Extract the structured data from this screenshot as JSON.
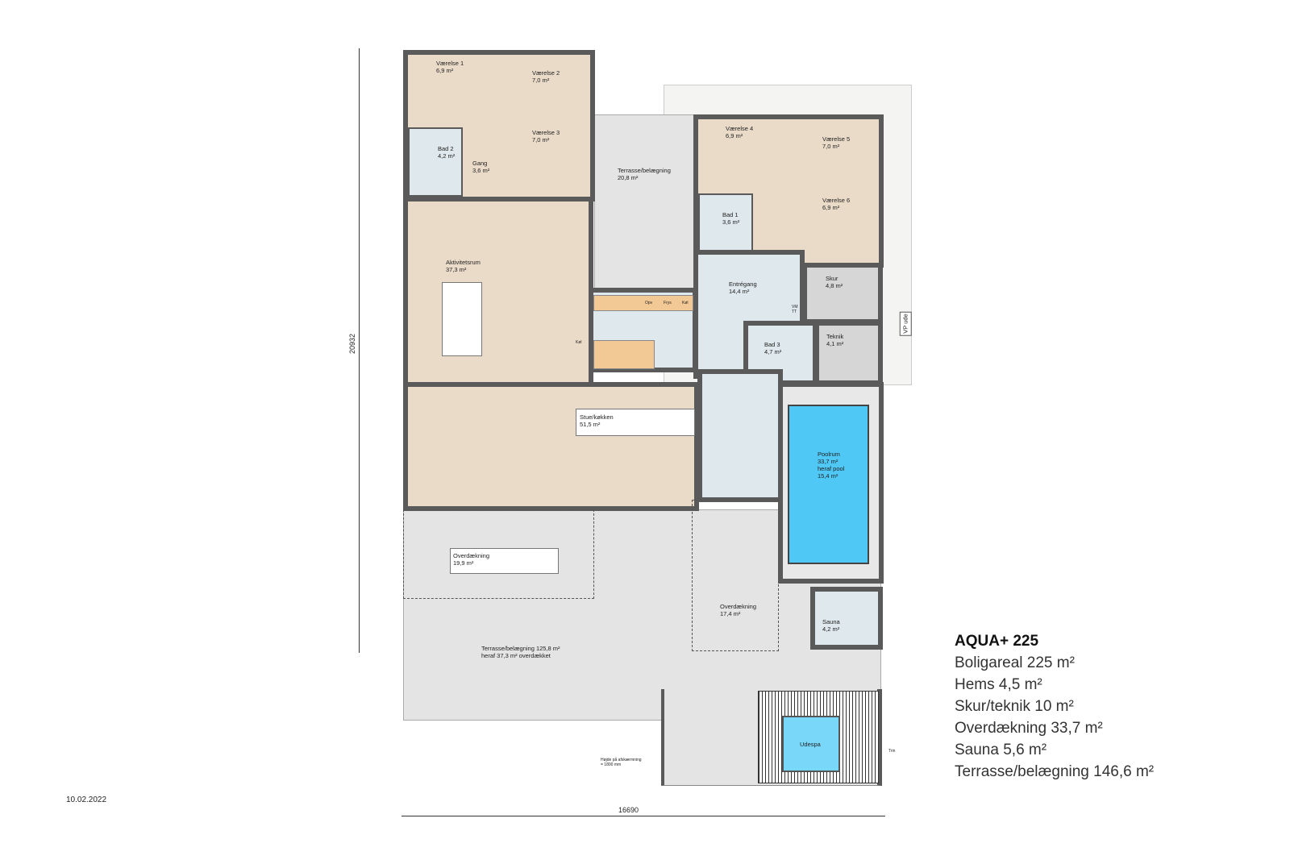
{
  "colors": {
    "wall": "#5a5a5a",
    "wood_floor": "#eadbc9",
    "tile_floor": "#dfe8ec",
    "terrace": "#e4e4e4",
    "pool": "#4fc8f5",
    "cabinet": "#f2c995"
  },
  "rooms": {
    "vaerelse1": "Værelse 1\n6,9 m²",
    "vaerelse2": "Værelse 2\n7,0 m²",
    "vaerelse3": "Værelse 3\n7,0 m²",
    "bad2": "Bad 2\n4,2 m²",
    "gang": "Gang\n3,6 m²",
    "terrasse1": "Terrasse/belægning\n20,8 m²",
    "vaerelse4": "Værelse 4\n6,9 m²",
    "vaerelse5": "Værelse 5\n7,0 m²",
    "vaerelse6": "Værelse 6\n6,9 m²",
    "bad1": "Bad 1\n3,6 m²",
    "entre": "Entrégang\n14,4 m²",
    "skur": "Skur\n4,8 m²",
    "teknik": "Teknik\n4,1 m²",
    "bad3": "Bad 3\n4,7 m²",
    "vp_ude": "VP ude",
    "aktivitet": "Aktivitetsrum\n37,3 m²",
    "stue": "Stue/køkken\n51,5 m²",
    "poolrum": "Poolrum\n33,7 m²\nheraf pool\n15,4 m²",
    "overdaek1": "Overdækning\n19,9 m²",
    "overdaek2": "Overdækning\n17,4 m²",
    "sauna": "Sauna\n4,2 m²",
    "terrasse2": "Terrasse/belægning 125,8 m²\nheraf 37,3 m² overdækket",
    "udespa": "Udespa",
    "hoejde": "Højde på afskærmning\n= 1800 mm",
    "trin": "Trin",
    "kitchen": [
      "Opv",
      "Frys",
      "Køl"
    ],
    "vm": "VM\nTT",
    "koel2": "Køl"
  },
  "dimensions": {
    "height": "20932",
    "width": "16690"
  },
  "date": "10.02.2022",
  "info": {
    "title": "AQUA+ 225",
    "lines": [
      "Boligareal 225 m²",
      "Hems 4,5 m²",
      "Skur/teknik 10 m²",
      "Overdækning 33,7 m²",
      "Sauna 5,6 m²",
      "Terrasse/belægning 146,6 m²"
    ]
  }
}
